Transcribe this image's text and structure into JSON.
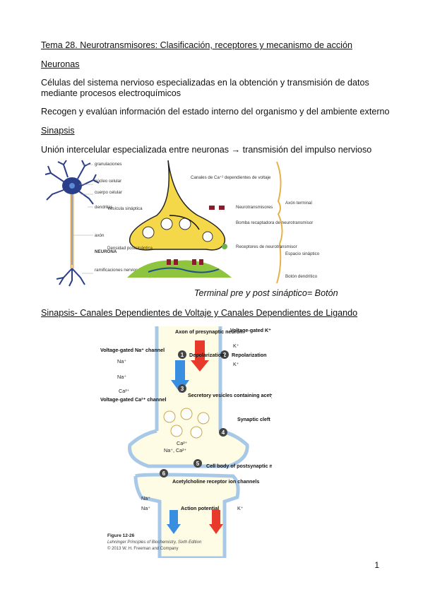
{
  "document": {
    "title": "Tema 28. Neurotransmisores: Clasificación, receptores y mecanismo de acción",
    "section_neuronas": "Neuronas",
    "para1_line1": "Células del sistema nervioso especializadas en la obtención y transmisión de datos",
    "para1_line2": "mediante procesos electroquímicos",
    "para2": "Recogen y evalúan información del estado interno del organismo y del ambiente externo",
    "section_sinapsis": "Sinapsis",
    "para3": "Unión intercelular especializada entre neuronas → transmisión del impulso nervioso",
    "caption": "Terminal pre y post sináptico= Botón",
    "section_canales": "Sinapsis- Canales Dependientes de Voltaje y Canales Dependientes de Ligando",
    "page_number": "1"
  },
  "figure1": {
    "neuron_labels": [
      "granulaciones",
      "núcleo celular",
      "cuerpo celular",
      "dendritas",
      "axón",
      "NEURONA",
      "ramificaciones nerviosas"
    ],
    "synapse_labels": {
      "ca_channels": "Canales de Ca⁺² dependientes de voltaje",
      "vesicle": "Vesícula sináptica",
      "neurotransmitters": "Neurotransmisores",
      "pump": "Bomba recaptadora de neurotransmisor",
      "postsyn_density": "Densidad postsináptica",
      "receptors": "Receptores de neurotransmisor",
      "axon_terminal": "Axón terminal",
      "synaptic_space": "Espacio sináptico",
      "dendritic_button": "Botón dendrítico"
    }
  },
  "figure2": {
    "axon": "Axon of presynaptic neuron",
    "vg_k": "Voltage-gated K⁺ channel",
    "vg_na": "Voltage-gated Na⁺ channel",
    "depolarization": "Depolarization",
    "repolarization": "Repolarization",
    "secretory": "Secretory vesicles containing acetylcholine",
    "vg_ca": "Voltage-gated Ca²⁺ channel",
    "cleft": "Synaptic cleft",
    "cell_body": "Cell body of postsynaptic neuron",
    "ach_receptor": "Acetylcholine receptor ion channels",
    "action_potential": "Action potential",
    "ion_na": "Na⁺",
    "ion_k": "K⁺",
    "ion_ca": "Ca²⁺",
    "ion_na_ca": "Na⁺, Ca²⁺",
    "step1": "1",
    "step2": "2",
    "step3": "3",
    "step4": "4",
    "step5": "5",
    "step6": "6",
    "figure_label": "Figure 12-26",
    "book": "Lehninger Principles of Biochemistry, Sixth Edition",
    "copyright": "© 2013 W. H. Freeman and Company"
  }
}
